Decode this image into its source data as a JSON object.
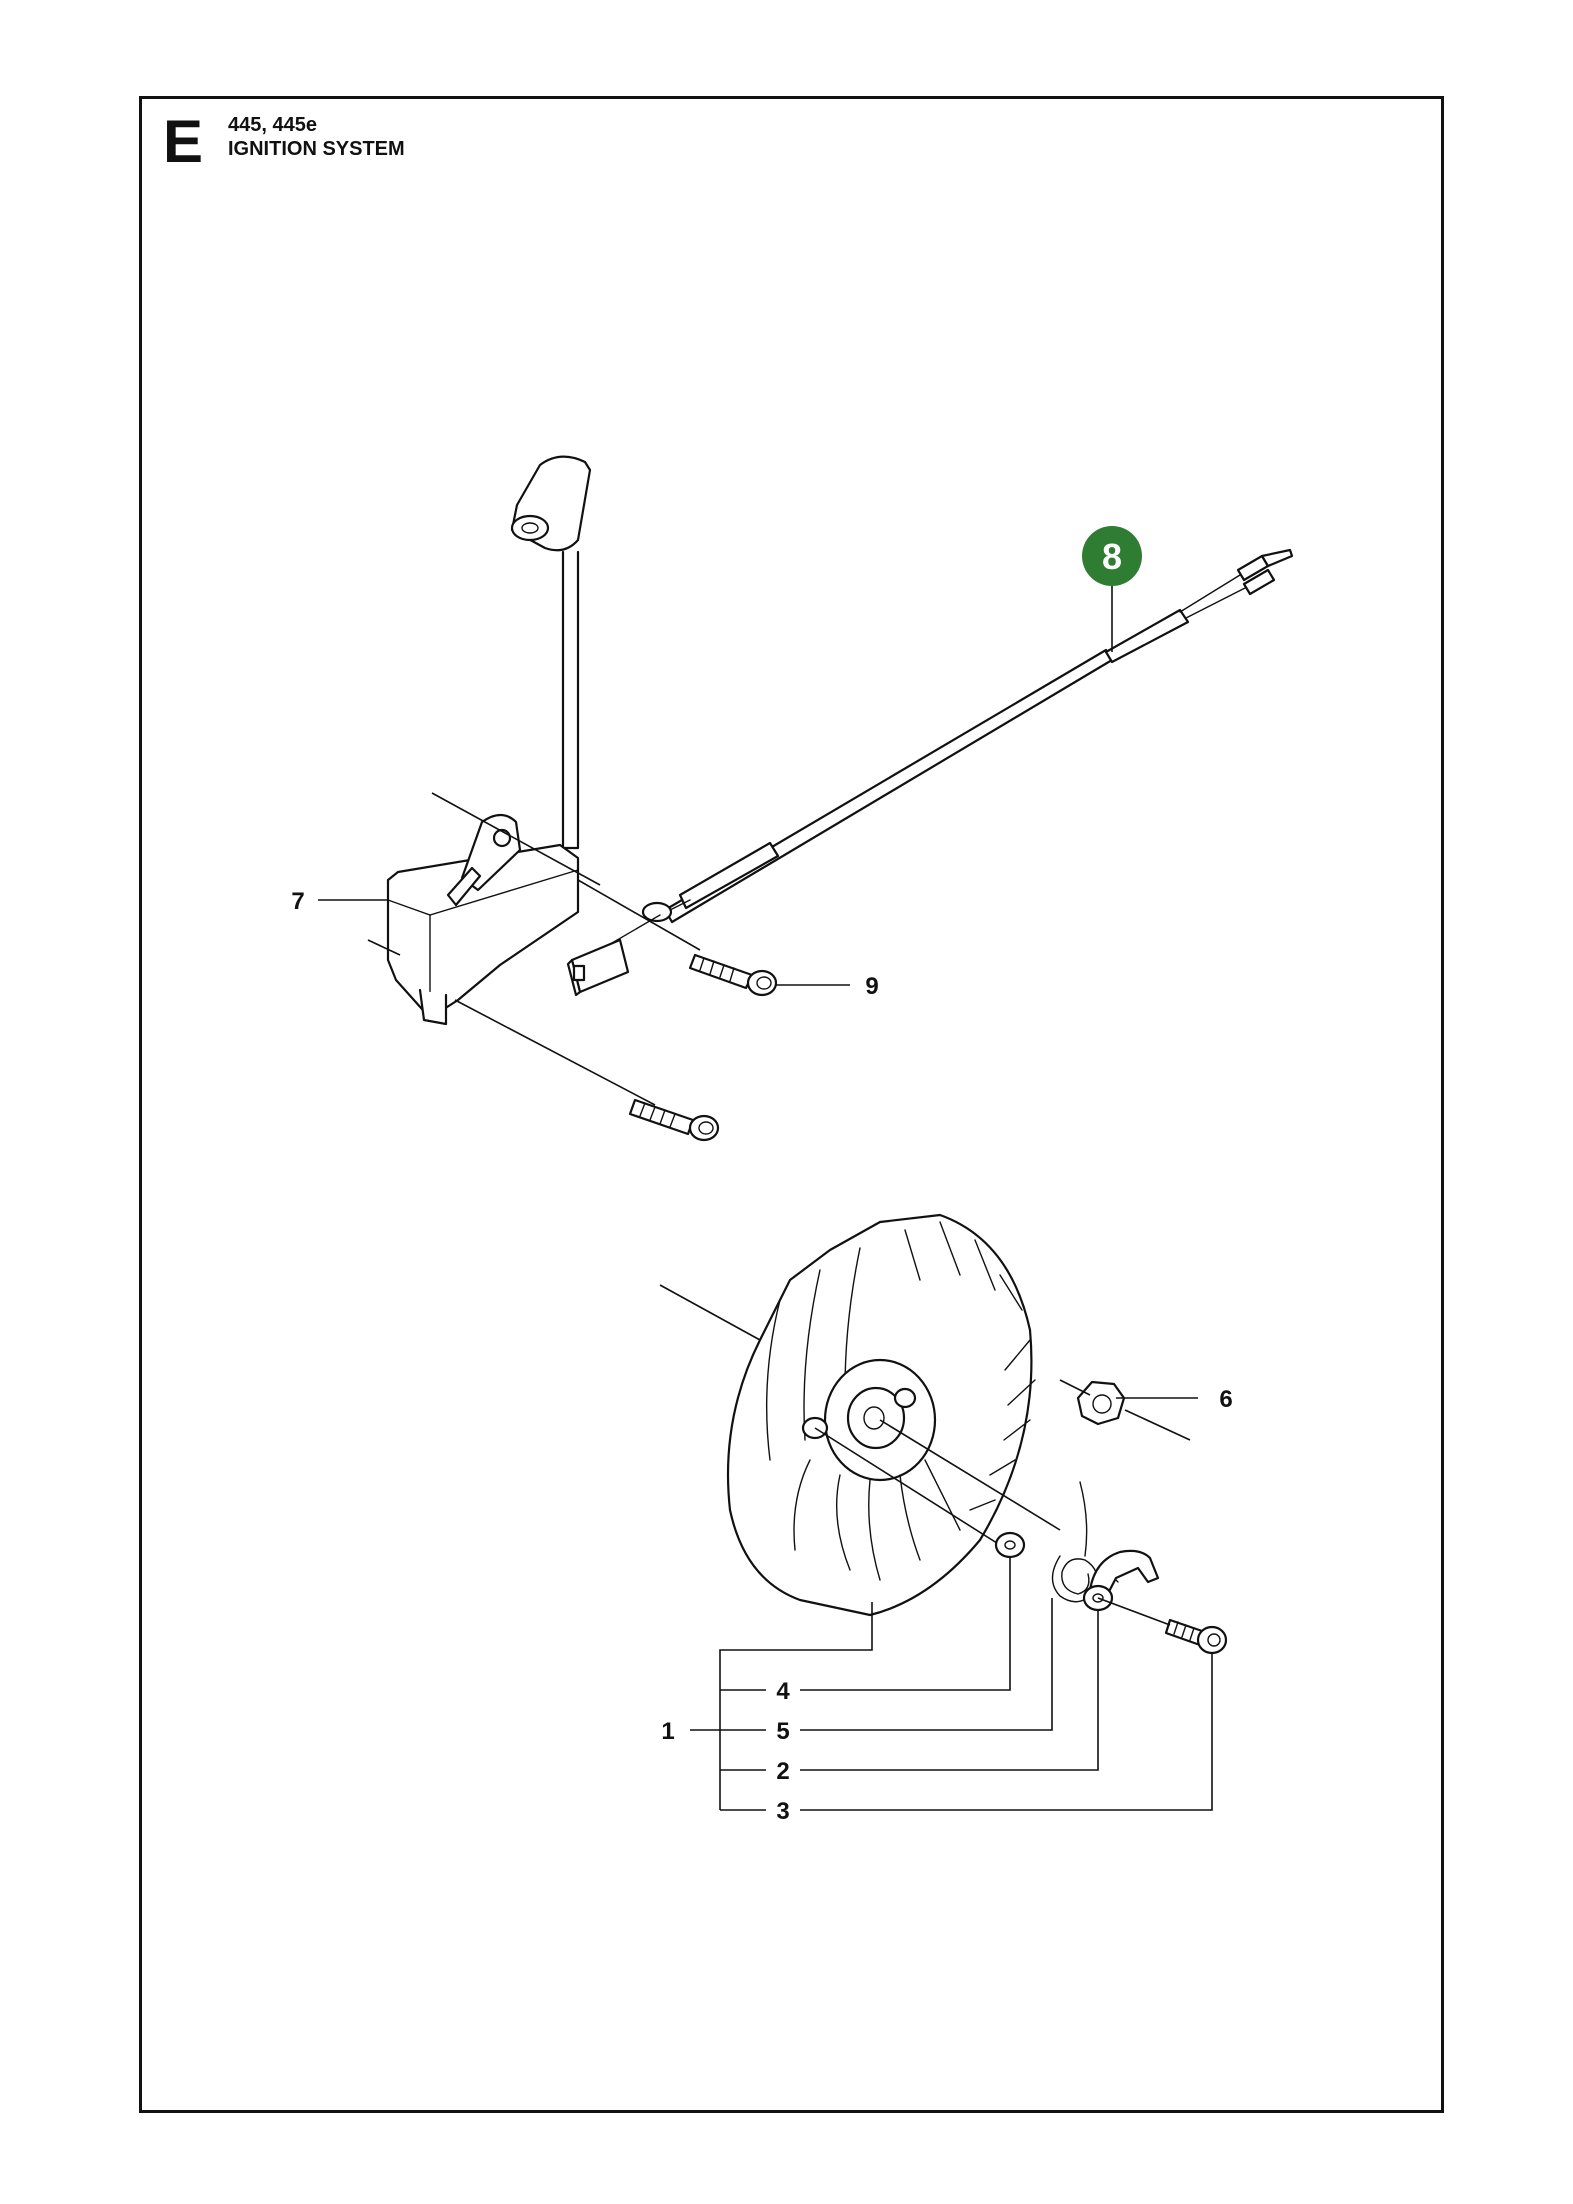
{
  "header": {
    "section_letter": "E",
    "model": "445, 445e",
    "title": "IGNITION SYSTEM"
  },
  "callouts": {
    "c1": "1",
    "c2": "2",
    "c3": "3",
    "c4": "4",
    "c5": "5",
    "c6": "6",
    "c7": "7",
    "c8": "8",
    "c9": "9"
  },
  "colors": {
    "highlight": "#2e7d32",
    "line": "#111111"
  }
}
